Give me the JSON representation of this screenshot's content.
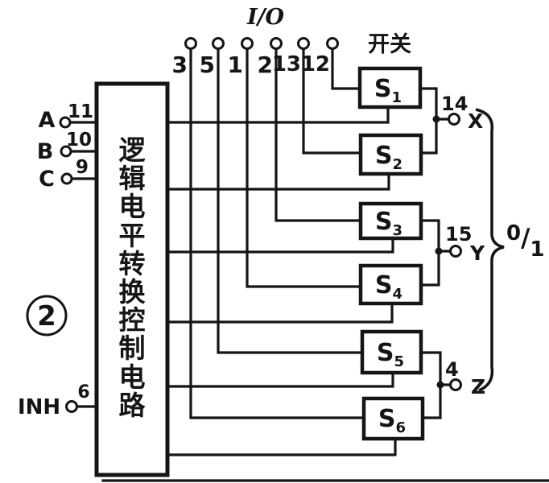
{
  "figure_label": "2",
  "io_bus_label": "I/O",
  "switch_group_label": "开关",
  "control_box_text": "逻辑电平转换控制电路",
  "control_box_chars": [
    "逻",
    "辑",
    "电",
    "平",
    "转",
    "换",
    "控",
    "制",
    "电",
    "路"
  ],
  "select_inputs": [
    {
      "label": "A",
      "pin": "11"
    },
    {
      "label": "B",
      "pin": "10"
    },
    {
      "label": "C",
      "pin": "9"
    }
  ],
  "inhibit_input": {
    "label": "INH",
    "pin": "6"
  },
  "io_terminals": [
    {
      "pin": "3"
    },
    {
      "pin": "5"
    },
    {
      "pin": "1"
    },
    {
      "pin": "2"
    },
    {
      "pin": "13"
    },
    {
      "pin": "12"
    }
  ],
  "switches": [
    {
      "base": "S",
      "sub": "1"
    },
    {
      "base": "S",
      "sub": "2"
    },
    {
      "base": "S",
      "sub": "3"
    },
    {
      "base": "S",
      "sub": "4"
    },
    {
      "base": "S",
      "sub": "5"
    },
    {
      "base": "S",
      "sub": "6"
    }
  ],
  "outputs": [
    {
      "label": "X",
      "pin": "14"
    },
    {
      "label": "Y",
      "pin": "15"
    },
    {
      "label": "Z",
      "pin": "4"
    }
  ],
  "logic_levels_label": "0/1",
  "logic_levels_parts": [
    "0",
    "/",
    "1"
  ],
  "colors": {
    "ink": "#151515",
    "paper": "#ffffff"
  }
}
